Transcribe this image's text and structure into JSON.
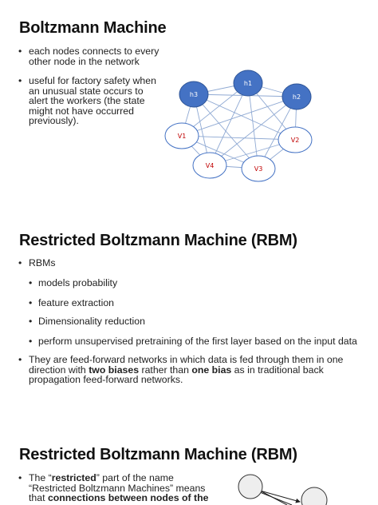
{
  "slide1": {
    "title": "Boltzmann Machine",
    "bullets": [
      {
        "lines": [
          "each nodes connects to every",
          "other node in the network"
        ]
      },
      {
        "lines": [
          "useful for factory safety when",
          "an unusual state occurs to",
          "alert the workers (the state",
          "might not have occurred",
          "previously)."
        ]
      }
    ],
    "nodes": {
      "h1": "h1",
      "h2": "h2",
      "h3": "h3",
      "v1": "V1",
      "v2": "V2",
      "v3": "V3",
      "v4": "V4"
    },
    "colors": {
      "hidden_fill": "#4472c4",
      "visible_stroke": "#4472c4",
      "visible_text": "#c00000",
      "edge": "#8fa9d3"
    }
  },
  "slide2": {
    "title": "Restricted Boltzmann Machine (RBM)",
    "bullet1": "RBMs",
    "sub": [
      "models probability",
      "feature extraction",
      "Dimensionality reduction",
      "perform unsupervised pretraining of the first layer based on the input data"
    ],
    "bullet2": {
      "line1_pre": "They are feed-forward networks in which data is fed through them in one",
      "line2_pre": "direction with ",
      "bold1": "two biases",
      "mid": " rather than ",
      "bold2": "one bias",
      "post": " as in traditional back",
      "line3": "propagation feed-forward networks."
    }
  },
  "slide3": {
    "title": "Restricted Boltzmann Machine (RBM)",
    "line1_pre": "The “",
    "line1_bold": "restricted",
    "line1_post": "” part of the name",
    "line2": "“Restricted Boltzmann Machines” means",
    "line3_pre": "that ",
    "line3_bold": "connections between nodes of the"
  }
}
